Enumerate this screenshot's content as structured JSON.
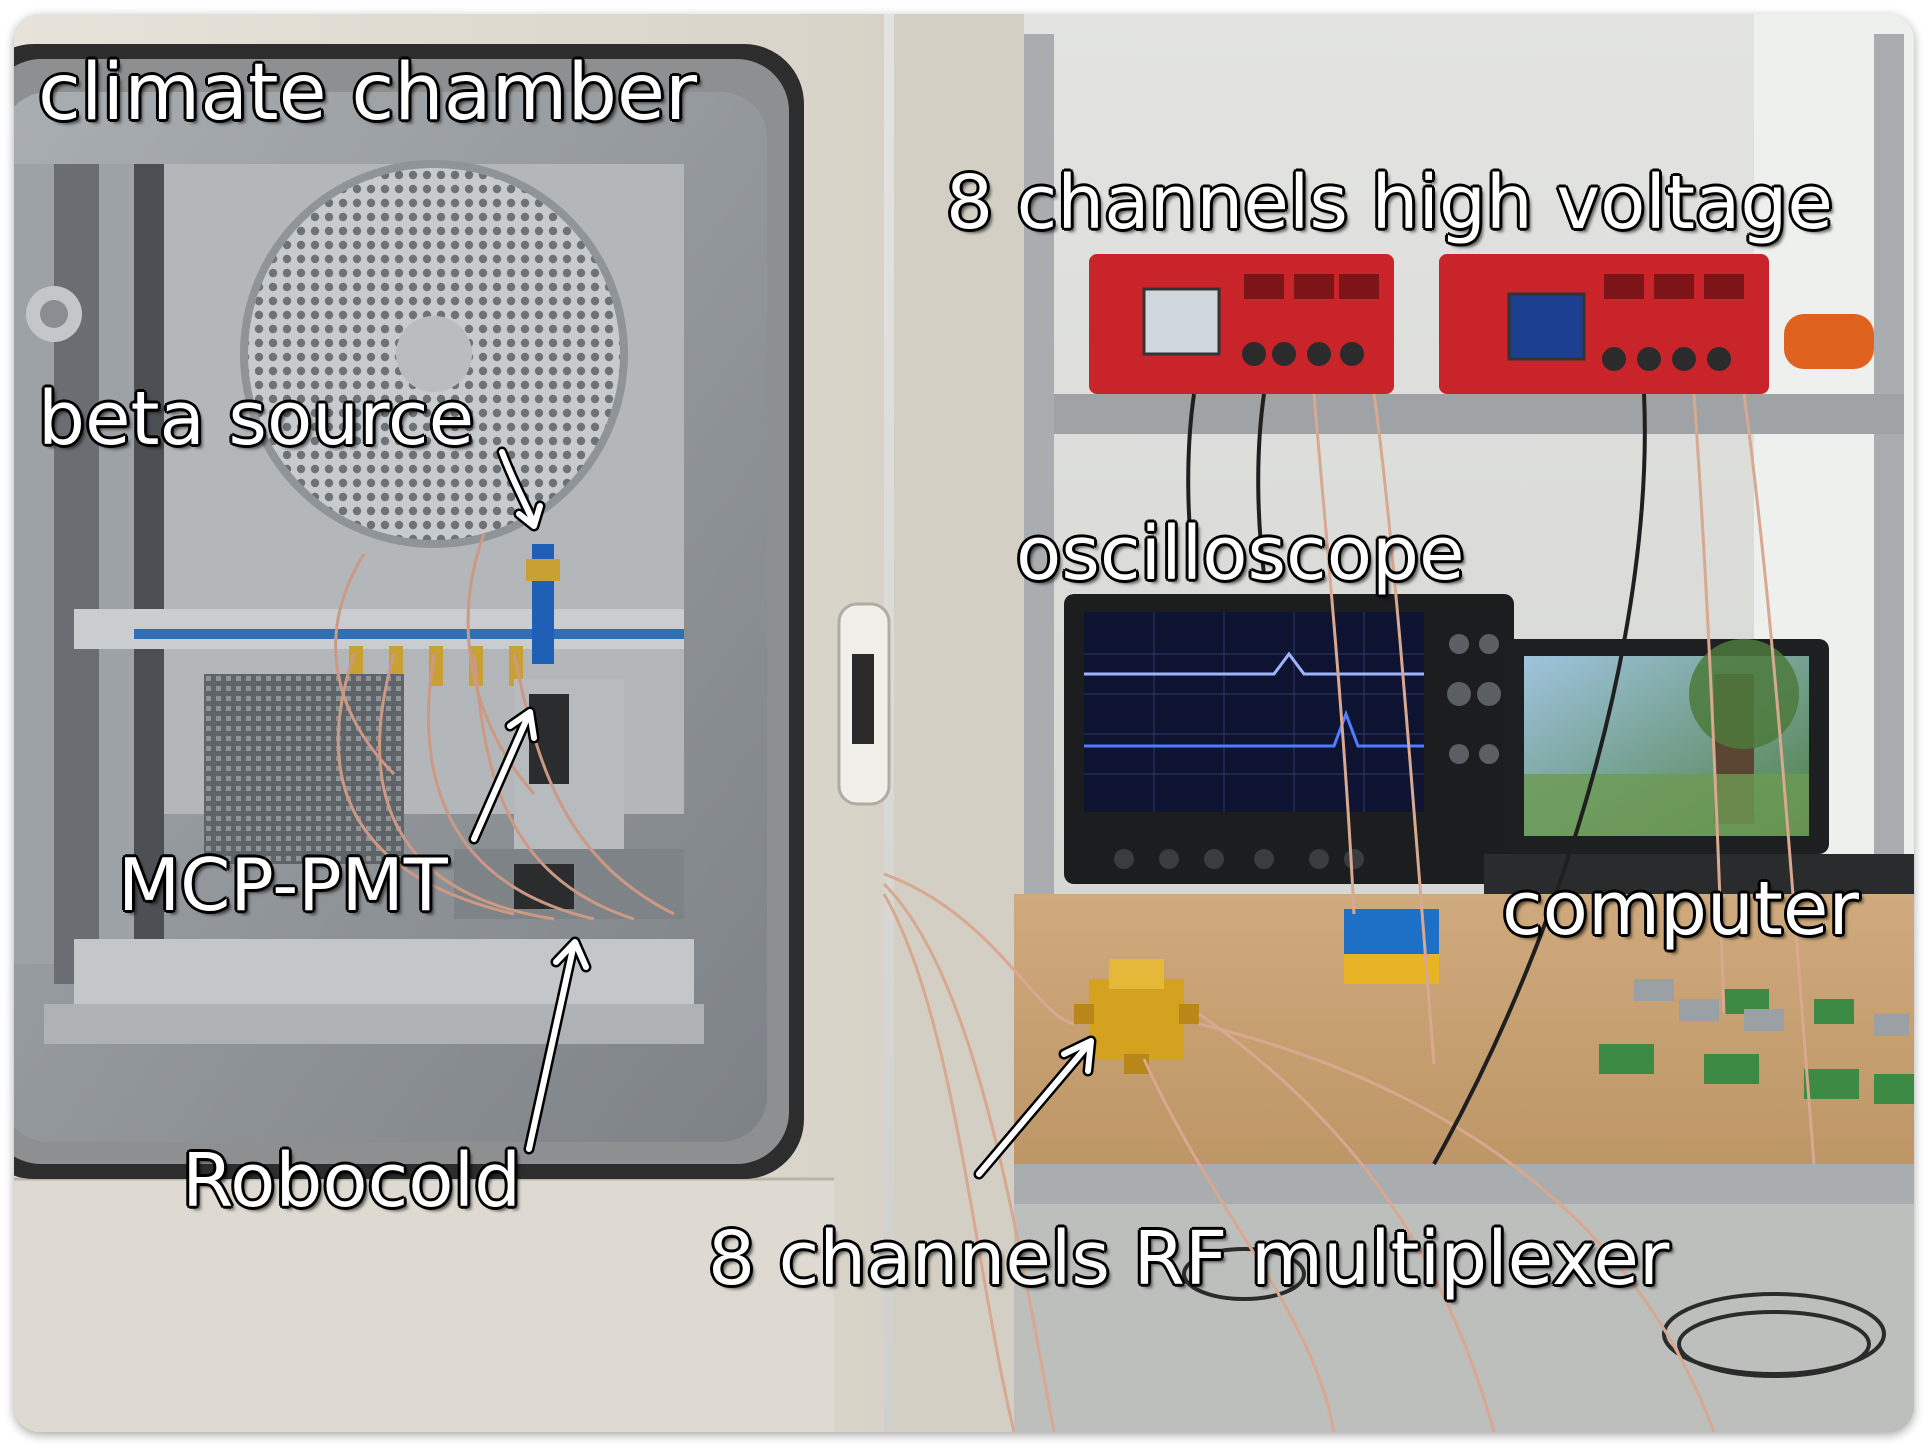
{
  "labels": {
    "climate_chamber": "climate chamber",
    "hv_supply": "8 channels high voltage",
    "beta_source": "beta source",
    "oscilloscope": "oscilloscope",
    "mcp_pmt": "MCP-PMT",
    "computer": "computer",
    "robocold": "Robocold",
    "rf_multiplexer": "8 channels RF multiplexer"
  },
  "colors": {
    "label_text": "#ffffff",
    "label_outline": "#000000",
    "hv_module": "#c8242a",
    "multiplexer": "#d4a21e",
    "amplifier_box": "#1e6fc6",
    "bench": "#c9a374"
  }
}
